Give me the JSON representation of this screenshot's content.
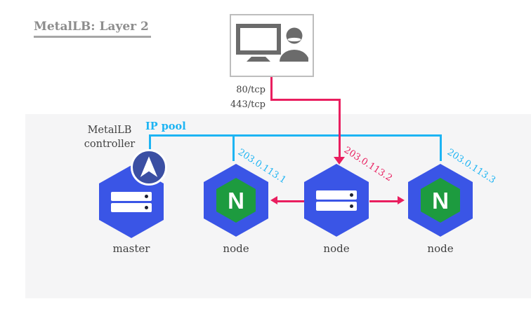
{
  "title": "MetalLB: Layer 2",
  "client": {
    "ports": [
      "80/tcp",
      "443/tcp"
    ]
  },
  "metallb": {
    "ip_pool_label": "IP pool",
    "controller_line1": "MetalLB",
    "controller_line2": "controller"
  },
  "nodes": [
    {
      "label": "master",
      "icon": "kubernetes-server-with-metallb-controller"
    },
    {
      "label": "node",
      "icon": "nginx",
      "ip": "203.0.113.1"
    },
    {
      "label": "node",
      "icon": "kubernetes-server",
      "ip": "203.0.113.2"
    },
    {
      "label": "node",
      "icon": "nginx",
      "ip": "203.0.113.3"
    }
  ],
  "nginx_letter": "N",
  "colors": {
    "traffic_pink": "#e91e5f",
    "ip_pool_blue": "#1db4f3",
    "hexagon_blue": "#3a55e6",
    "nginx_green": "#1d9b3f",
    "metallb_indigo": "#3b4fa3",
    "label_text_gray": "#3f3f3f",
    "title_gray": "#8d8d8d",
    "cluster_background": "#f5f5f6"
  }
}
